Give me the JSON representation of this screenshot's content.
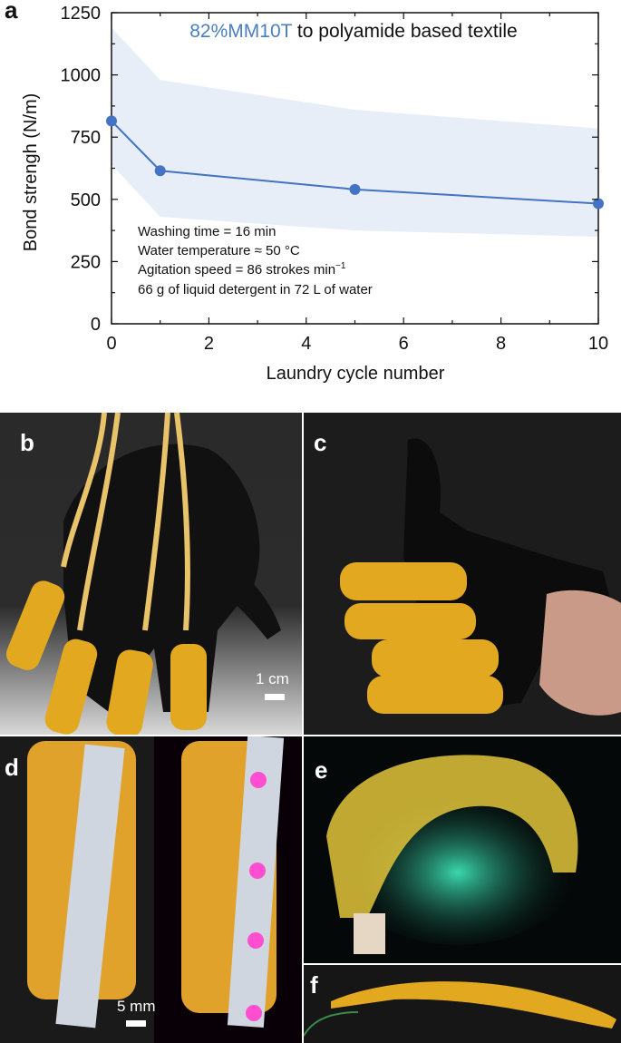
{
  "panel_labels": {
    "a": "a",
    "b": "b",
    "c": "c",
    "d": "d",
    "e": "e",
    "f": "f"
  },
  "chart_data": {
    "type": "line",
    "title_highlight": "82%MM10T",
    "title_rest": " to polyamide based textile",
    "xlabel": "Laundry cycle number",
    "ylabel": "Bond strengh (N/m)",
    "xlim": [
      0,
      10
    ],
    "ylim": [
      0,
      1250
    ],
    "xticks": [
      0,
      2,
      4,
      6,
      8,
      10
    ],
    "yticks": [
      0,
      250,
      500,
      750,
      1000,
      1250
    ],
    "x": [
      0,
      1,
      5,
      10
    ],
    "series": [
      {
        "values": [
          815,
          615,
          540,
          483
        ],
        "band_upper": [
          1190,
          980,
          860,
          785
        ],
        "band_lower": [
          640,
          430,
          375,
          350
        ]
      }
    ],
    "grid": false,
    "annotations": [
      "Washing time = 16 min",
      "Water temperature ≈ 50 °C",
      "Agitation speed = 86 strokes min",
      "66 g of liquid detergent in 72 L of water"
    ],
    "annotation_superscript": "−1",
    "colors": {
      "line": "#4472c4",
      "band": "#e8eef8",
      "title_highlight": "#4a7ec0"
    }
  },
  "scale_bars": {
    "b": "1 cm",
    "d": "5 mm"
  },
  "photo_colors": {
    "gelatin_yellow": "#e2a820",
    "glove_black": "#141414",
    "tube_yellow": "#e8c36a",
    "led_pink": "#ff4fd0",
    "led_green": "#40f0c0"
  }
}
